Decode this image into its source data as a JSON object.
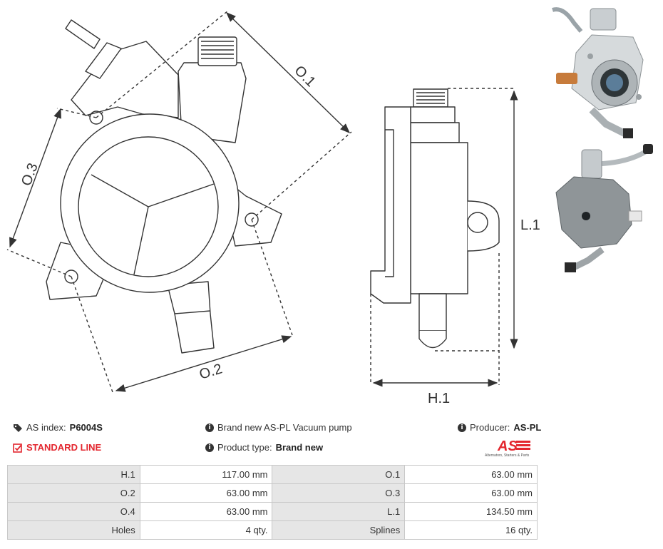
{
  "drawing": {
    "labels": {
      "o1": "O.1",
      "o2": "O.2",
      "o3": "O.3",
      "l1": "L.1",
      "h1": "H.1"
    }
  },
  "info": {
    "index_label": "AS index:",
    "index_value": "P6004S",
    "line_label": "STANDARD LINE",
    "brand_text": "Brand new AS-PL Vacuum pump",
    "ptype_label": "Product type:",
    "ptype_value": "Brand new",
    "producer_label": "Producer:",
    "producer_value": "AS-PL",
    "logo_text": "AS",
    "logo_tagline": "Alternators, Starters & Parts"
  },
  "colors": {
    "accent_red": "#e3262e",
    "table_key_bg": "#e6e6e6",
    "line": "#333333"
  },
  "specs": [
    [
      {
        "k": "H.1",
        "v": "117.00 mm"
      },
      {
        "k": "O.1",
        "v": "63.00 mm"
      }
    ],
    [
      {
        "k": "O.2",
        "v": "63.00 mm"
      },
      {
        "k": "O.3",
        "v": "63.00 mm"
      }
    ],
    [
      {
        "k": "O.4",
        "v": "63.00 mm"
      },
      {
        "k": "L.1",
        "v": "134.50 mm"
      }
    ],
    [
      {
        "k": "Holes",
        "v": "4 qty."
      },
      {
        "k": "Splines",
        "v": "16 qty."
      }
    ]
  ]
}
